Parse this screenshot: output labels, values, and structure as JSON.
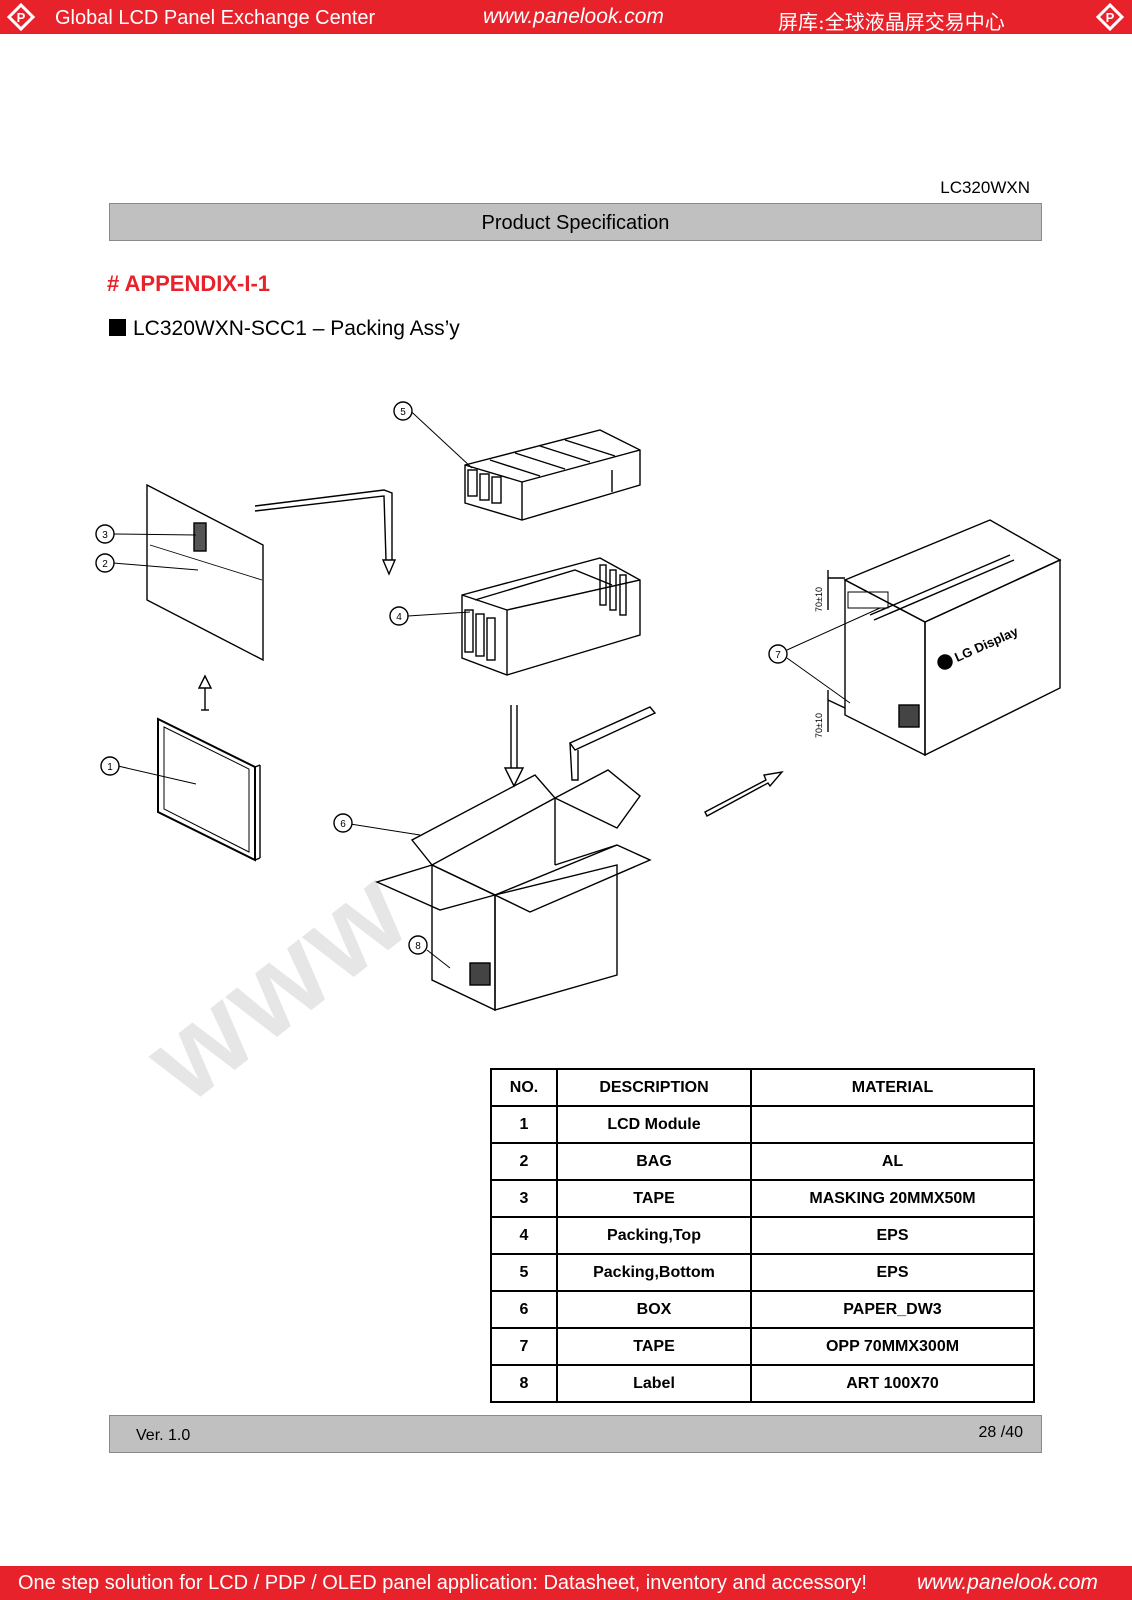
{
  "header": {
    "left_text": "Global LCD Panel Exchange Center",
    "url": "www.panelook.com",
    "right_text": "屏库:全球液晶屏交易中心"
  },
  "document": {
    "model": "LC320WXN",
    "band_title": "Product Specification",
    "appendix": "# APPENDIX-I-1",
    "subtitle": "LC320WXN-SCC1 – Packing Ass’y"
  },
  "diagram": {
    "callouts": [
      "1",
      "2",
      "3",
      "4",
      "5",
      "6",
      "7",
      "8"
    ],
    "box_logo": "LG Display",
    "dim_label": "70±10"
  },
  "parts_table": {
    "headers": [
      "NO.",
      "DESCRIPTION",
      "MATERIAL"
    ],
    "rows": [
      [
        "1",
        "LCD Module",
        ""
      ],
      [
        "2",
        "BAG",
        "AL"
      ],
      [
        "3",
        "TAPE",
        "MASKING 20MMX50M"
      ],
      [
        "4",
        "Packing,Top",
        "EPS"
      ],
      [
        "5",
        "Packing,Bottom",
        "EPS"
      ],
      [
        "6",
        "BOX",
        "PAPER_DW3"
      ],
      [
        "7",
        "TAPE",
        "OPP 70MMX300M"
      ],
      [
        "8",
        "Label",
        "ART 100X70"
      ]
    ]
  },
  "footer": {
    "version": "Ver. 1.0",
    "page": "28 /40",
    "bar_text": "One step solution for LCD / PDP / OLED panel application: Datasheet, inventory and accessory!",
    "bar_url": "www.panelook.com"
  },
  "colors": {
    "brand_red": "#e8222b",
    "band_gray": "#c0c0c0"
  }
}
